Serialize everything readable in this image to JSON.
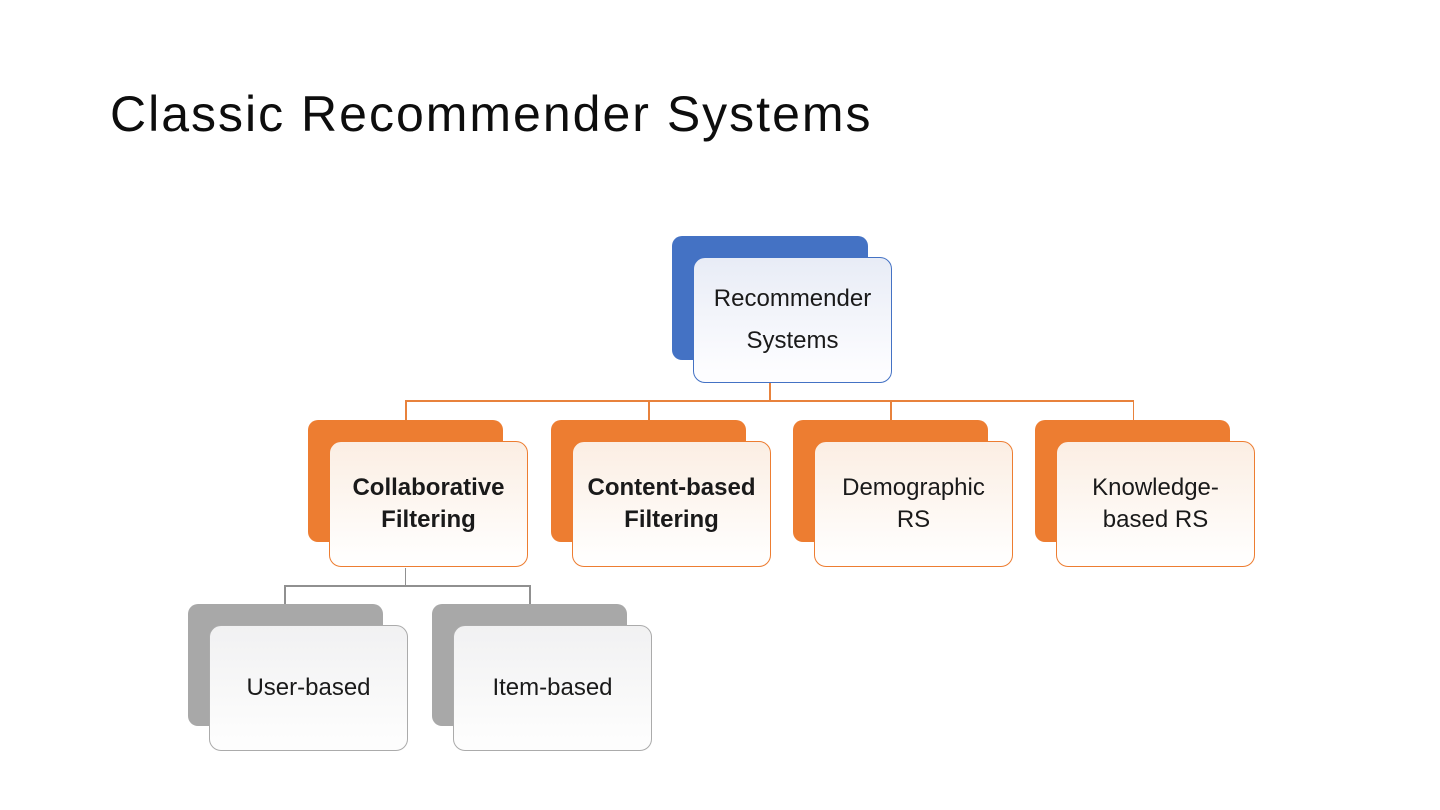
{
  "slide": {
    "title": "Classic Recommender Systems"
  },
  "diagram": {
    "type": "hierarchy",
    "root": {
      "id": "recommender-systems",
      "label": "Recommender Systems",
      "lines": [
        "Recommender",
        "Systems"
      ],
      "accent": "#4472C4",
      "children": [
        "collaborative-filtering",
        "content-based-filtering",
        "demographic-rs",
        "knowledge-based-rs"
      ]
    },
    "level2": [
      {
        "id": "collaborative-filtering",
        "label": "Collaborative Filtering",
        "lines": [
          "Collaborative",
          "Filtering"
        ],
        "emphasis": "bold",
        "accent": "#ED7D31",
        "children": [
          "user-based",
          "item-based"
        ]
      },
      {
        "id": "content-based-filtering",
        "label": "Content-based Filtering",
        "lines": [
          "Content-based",
          "Filtering"
        ],
        "emphasis": "bold",
        "accent": "#ED7D31",
        "children": []
      },
      {
        "id": "demographic-rs",
        "label": "Demographic RS",
        "lines": [
          "Demographic",
          "RS"
        ],
        "emphasis": "normal",
        "accent": "#ED7D31",
        "children": []
      },
      {
        "id": "knowledge-based-rs",
        "label": "Knowledge-based RS",
        "lines": [
          "Knowledge-",
          "based RS"
        ],
        "emphasis": "normal",
        "accent": "#ED7D31",
        "children": []
      }
    ],
    "level3": [
      {
        "id": "user-based",
        "label": "User-based",
        "lines": [
          "User-based"
        ],
        "accent": "#A8A8A8"
      },
      {
        "id": "item-based",
        "label": "Item-based",
        "lines": [
          "Item-based"
        ],
        "accent": "#A8A8A8"
      }
    ]
  },
  "colors": {
    "root_accent": "#4472C4",
    "level2_accent": "#ED7D31",
    "level3_accent": "#A8A8A8",
    "connector_orange": "#E8823C",
    "connector_gray": "#909090",
    "text": "#1A1A1A",
    "background": "#FFFFFF"
  }
}
